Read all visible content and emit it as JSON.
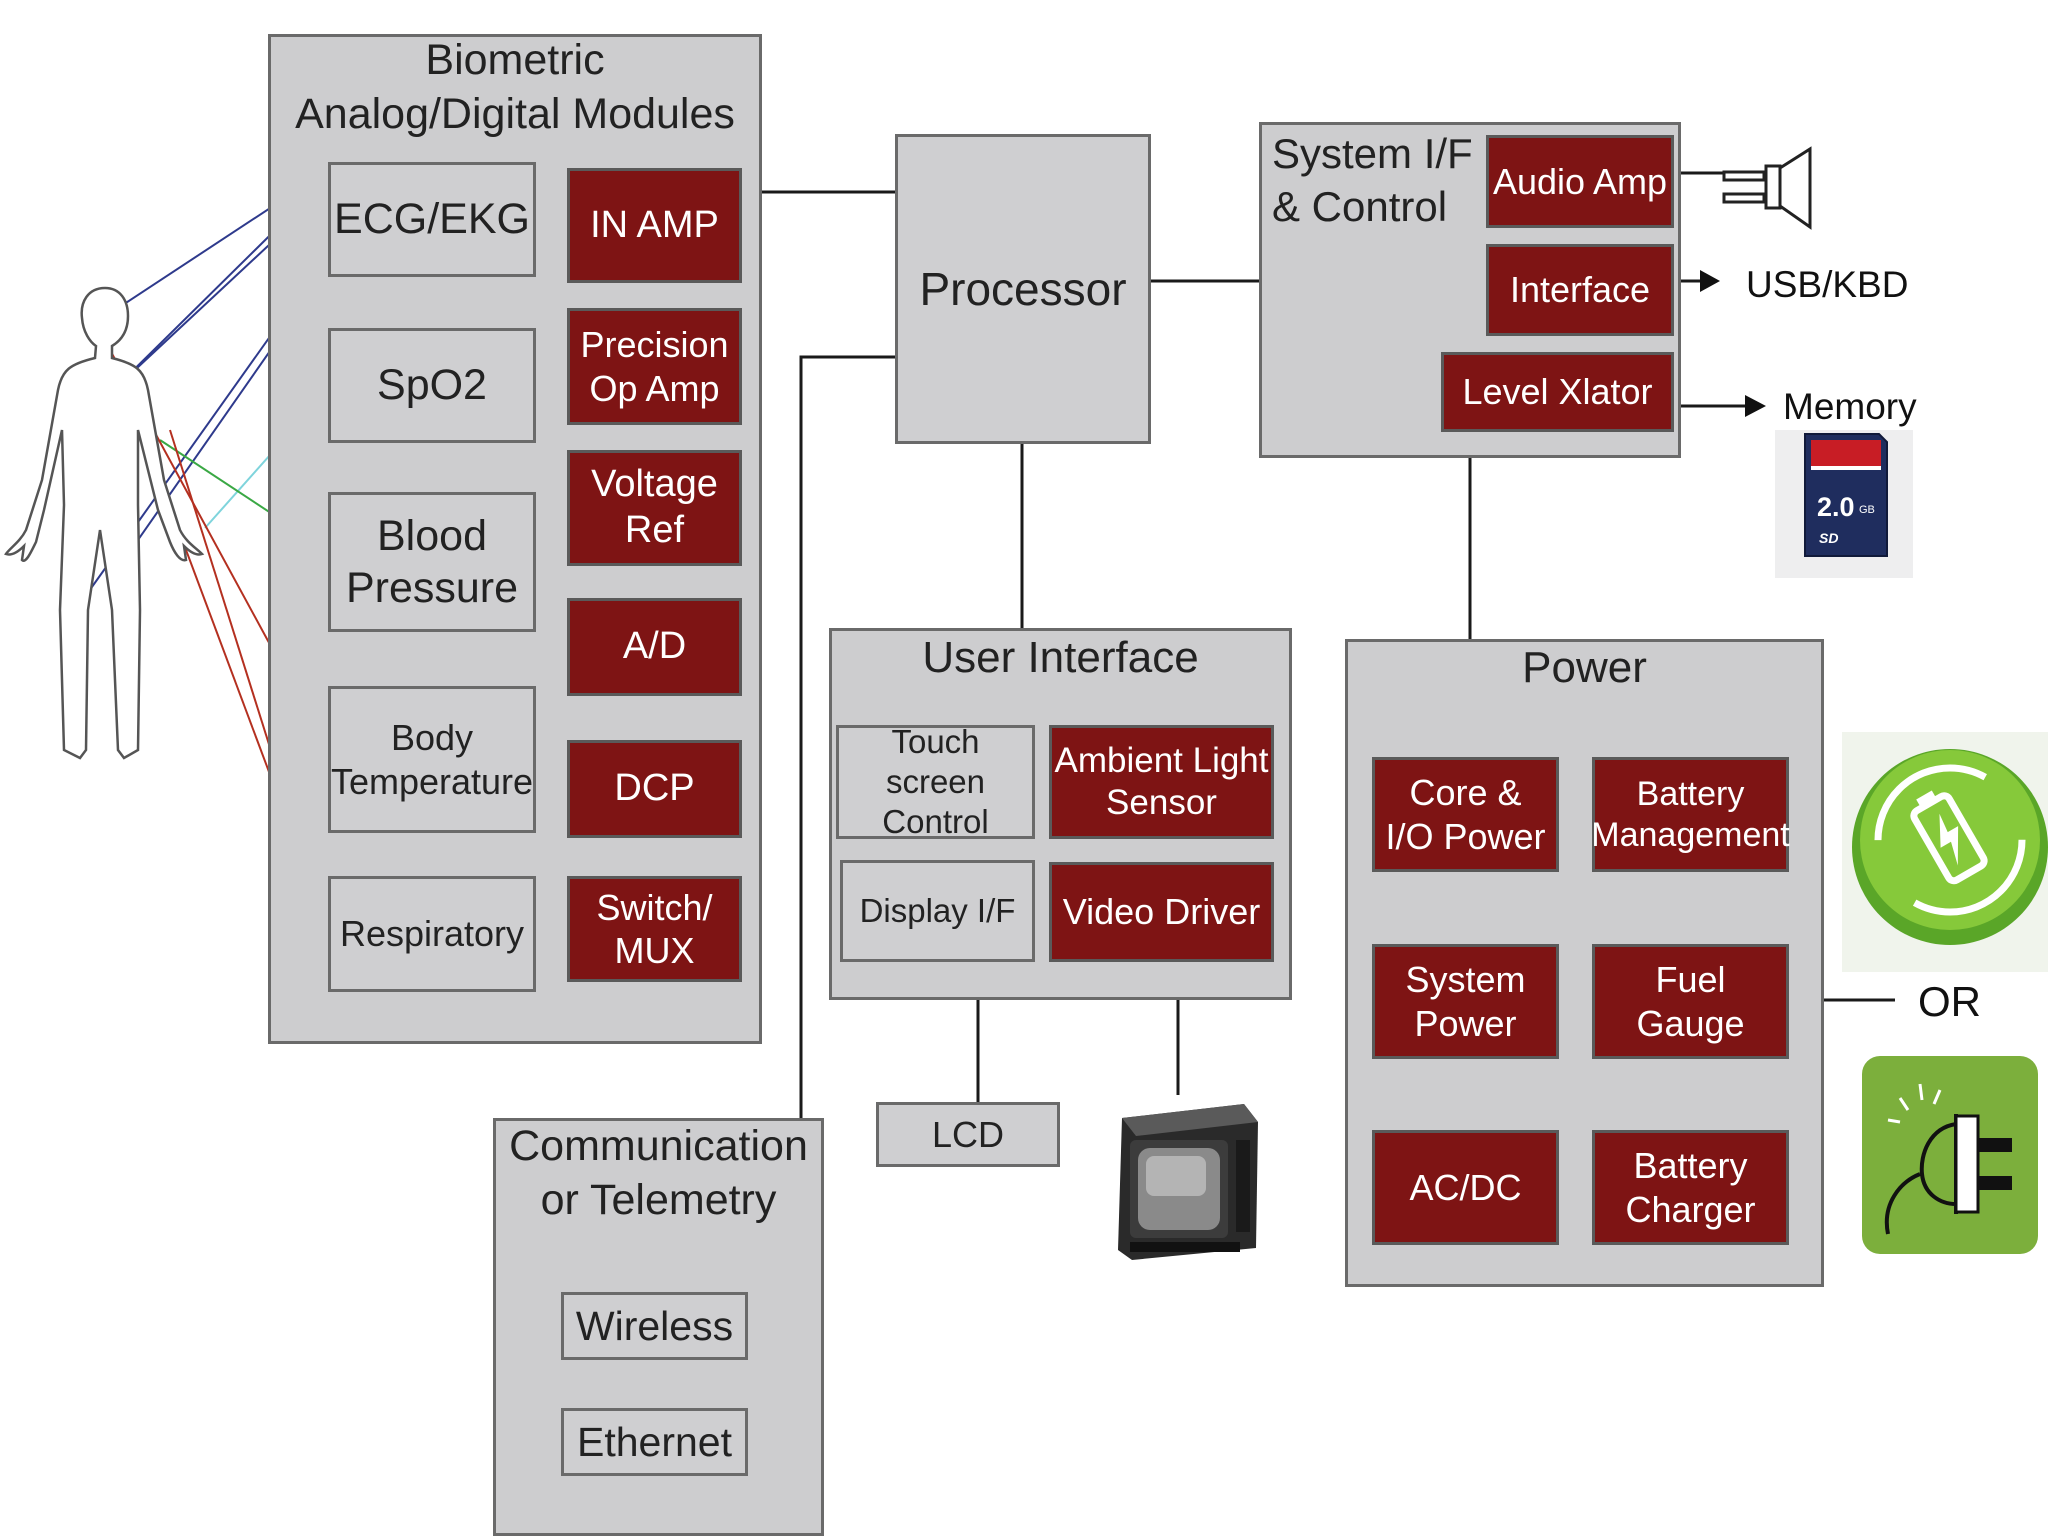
{
  "colors": {
    "module_fill": "#cdcdcf",
    "component_fill": "#7e1414",
    "border": "#6a6a6a",
    "wire": "#1a1a1a",
    "accent_green": "#6ab22e"
  },
  "biometric": {
    "title": "Biometric\nAnalog/Digital Modules",
    "sensors": [
      "ECG/EKG",
      "SpO2",
      "Blood\nPressure",
      "Body\nTemperature",
      "Respiratory"
    ],
    "components": [
      "IN AMP",
      "Precision\nOp Amp",
      "Voltage\nRef",
      "A/D",
      "DCP",
      "Switch/\nMUX"
    ]
  },
  "processor": {
    "title": "Processor"
  },
  "system_if": {
    "title": "System I/F\n& Control",
    "components": [
      "Audio Amp",
      "Interface",
      "Level Xlator"
    ]
  },
  "external": {
    "usb": "USB/KBD",
    "memory": "Memory",
    "sd_card_icon": "sd-card-icon",
    "sd_capacity": "2.0",
    "sd_unit": "GB",
    "sd_logo": "SD",
    "speaker_icon": "speaker-icon",
    "monitor_icon": "crt-monitor-icon",
    "battery_icon": "rechargeable-battery-icon",
    "plug_icon": "power-plug-icon",
    "or": "OR",
    "human_icon": "human-body-icon"
  },
  "user_interface": {
    "title": "User Interface",
    "touch": "Touch screen\nControl",
    "ambient": "Ambient Light\nSensor",
    "display": "Display I/F",
    "video": "Video Driver",
    "lcd": "LCD"
  },
  "power": {
    "title": "Power",
    "components": [
      "Core &\nI/O Power",
      "Battery\nManagement",
      "System\nPower",
      "Fuel\nGauge",
      "AC/DC",
      "Battery\nCharger"
    ]
  },
  "comm": {
    "title": "Communication\nor Telemetry",
    "items": [
      "Wireless",
      "Ethernet"
    ]
  }
}
